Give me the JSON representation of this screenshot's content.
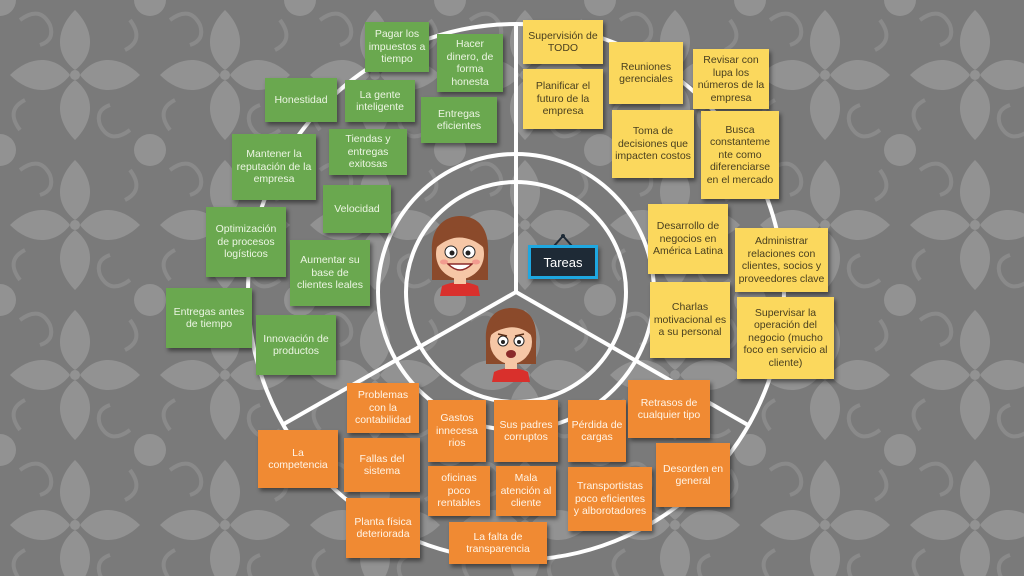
{
  "center_sign": {
    "label": "Tareas"
  },
  "colors": {
    "green": "#6aa84f",
    "yellow": "#fbd85d",
    "orange": "#f08a33",
    "sign_border": "#1ea7e0"
  },
  "faces": [
    "happy-face-icon",
    "worried-face-icon"
  ],
  "notes": {
    "green": [
      "Pagar los impuestos a tiempo",
      "Hacer dinero, de forma honesta",
      "Honestidad",
      "La gente inteligente",
      "Entregas eficientes",
      "Tiendas y entregas exitosas",
      "Mantener la reputación de la empresa",
      "Velocidad",
      "Optimización de procesos logísticos",
      "Aumentar su base de clientes leales",
      "Entregas antes de tiempo",
      "Innovación de productos"
    ],
    "yellow": [
      "Supervisión de TODO",
      "Reuniones gerenciales",
      "Revisar con lupa los números de la empresa",
      "Planificar el futuro de la empresa",
      "Toma de decisiones que impacten costos",
      "Busca constanteme nte como diferenciarse en el mercado",
      "Desarrollo de negocios en América Latina",
      "Administrar relaciones con clientes, socios y proveedores clave",
      "Charlas motivacional es a su personal",
      "Supervisar la operación del negocio (mucho foco en servicio al cliente)"
    ],
    "orange": [
      "Problemas con la contabilidad",
      "Gastos innecesa rios",
      "Sus padres corruptos",
      "Pérdida de cargas",
      "Retrasos de cualquier tipo",
      "La competencia",
      "Fallas del sistema",
      "oficinas poco rentables",
      "Mala atención al cliente",
      "Transportistas poco eficientes y alborotadores",
      "Desorden en general",
      "Planta física deteriorada",
      "La falta de transparencia"
    ]
  }
}
